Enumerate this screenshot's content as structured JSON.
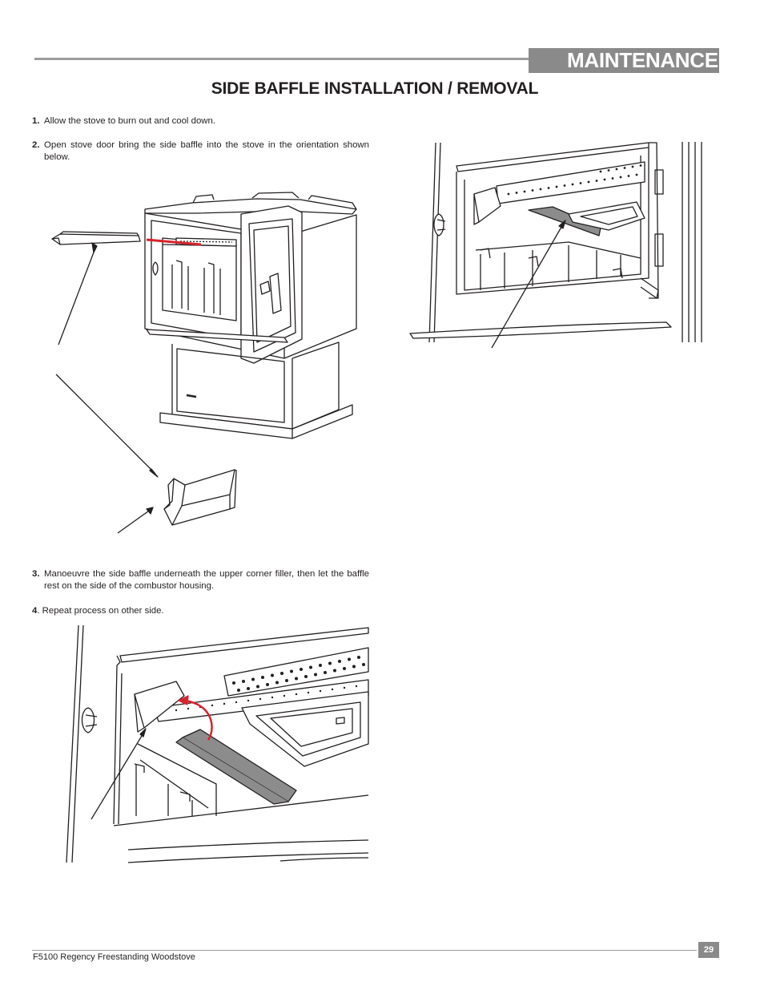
{
  "header": {
    "section": "MAINTENANCE"
  },
  "title": "SIDE BAFFLE INSTALLATION / REMOVAL",
  "steps": [
    {
      "number": "1.",
      "text": "Allow the stove to burn out and cool down."
    },
    {
      "number": "2.",
      "text": "Open stove door bring the side baffle into the stove in the orientation shown below."
    },
    {
      "number": "3.",
      "text": "Manoeuvre the side baffle underneath the upper corner filler, then let the baffle rest on the side of the combustor housing."
    },
    {
      "number": "4",
      "text": ". Repeat process on other side."
    }
  ],
  "colors": {
    "accent_gray": "#8a8a8a",
    "rule_gray": "#9d9d9d",
    "arrow_red": "#d9232d",
    "baffle_gray": "#8c8c8c"
  },
  "footer": {
    "page_number": "29",
    "product": "F5100 Regency Freestanding Woodstove"
  }
}
